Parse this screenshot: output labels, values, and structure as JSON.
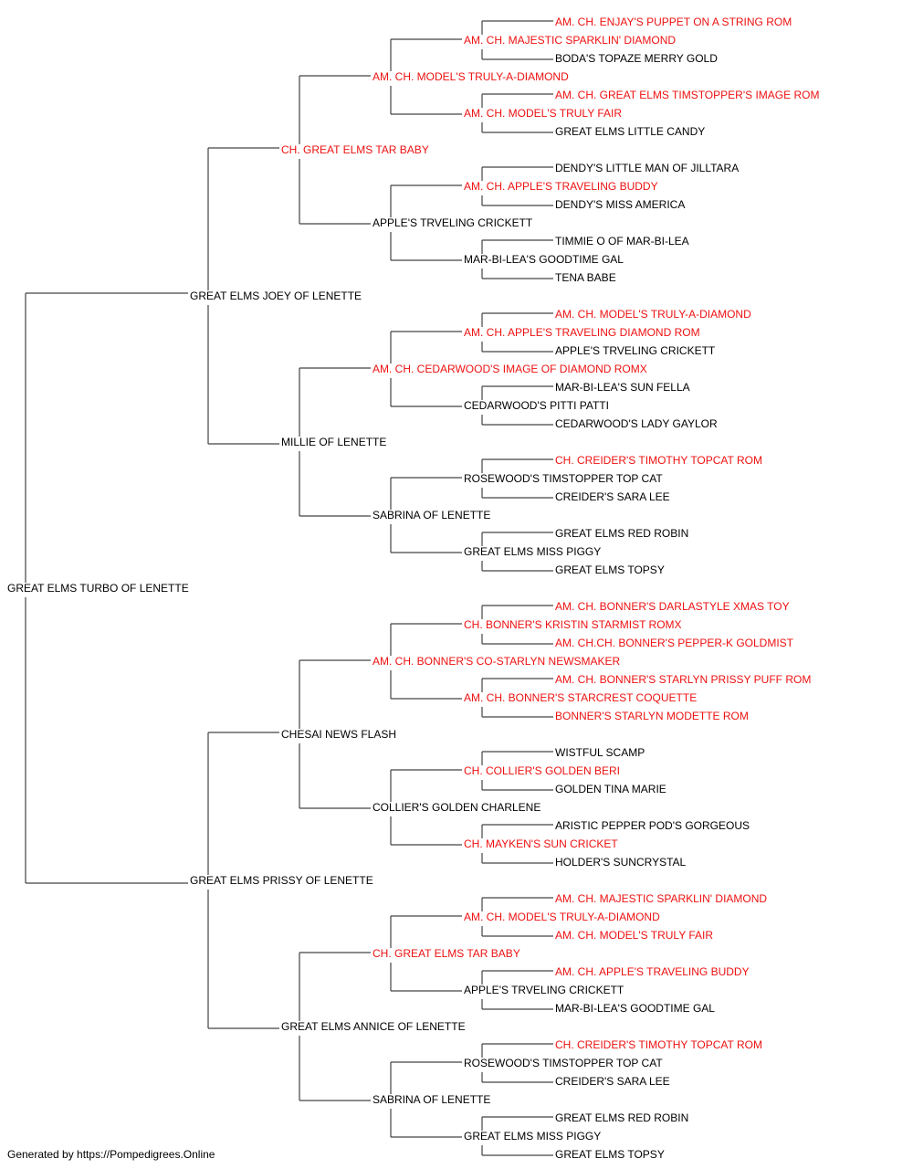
{
  "colors": {
    "champion": "#ee1111",
    "normal": "#000000",
    "line": "#444444"
  },
  "footer": "Generated by https://Pompedigrees.Online",
  "pedigree": {
    "name": "GREAT ELMS TURBO OF LENETTE",
    "champion": false,
    "sire": {
      "name": "GREAT ELMS JOEY OF LENETTE",
      "champion": false,
      "sire": {
        "name": "CH. GREAT ELMS TAR BABY",
        "champion": true,
        "sire": {
          "name": "AM. CH. MODEL'S TRULY-A-DIAMOND",
          "champion": true,
          "sire": {
            "name": "AM. CH. MAJESTIC SPARKLIN' DIAMOND",
            "champion": true,
            "sire": {
              "name": "AM. CH. ENJAY'S PUPPET ON A STRING ROM",
              "champion": true
            },
            "dam": {
              "name": "BODA'S TOPAZE MERRY GOLD",
              "champion": false
            }
          },
          "dam": {
            "name": "AM. CH. MODEL'S TRULY FAIR",
            "champion": true,
            "sire": {
              "name": "AM. CH. GREAT ELMS TIMSTOPPER'S IMAGE ROM",
              "champion": true
            },
            "dam": {
              "name": "GREAT ELMS LITTLE CANDY",
              "champion": false
            }
          }
        },
        "dam": {
          "name": "APPLE'S TRVELING CRICKETT",
          "champion": false,
          "sire": {
            "name": "AM. CH. APPLE'S TRAVELING BUDDY",
            "champion": true,
            "sire": {
              "name": "DENDY'S LITTLE MAN OF JILLTARA",
              "champion": false
            },
            "dam": {
              "name": "DENDY'S MISS AMERICA",
              "champion": false
            }
          },
          "dam": {
            "name": "MAR-BI-LEA'S GOODTIME GAL",
            "champion": false,
            "sire": {
              "name": "TIMMIE O OF MAR-BI-LEA",
              "champion": false
            },
            "dam": {
              "name": "TENA BABE",
              "champion": false
            }
          }
        }
      },
      "dam": {
        "name": "MILLIE OF LENETTE",
        "champion": false,
        "sire": {
          "name": "AM. CH. CEDARWOOD'S IMAGE OF DIAMOND ROMX",
          "champion": true,
          "sire": {
            "name": "AM. CH. APPLE'S TRAVELING DIAMOND ROM",
            "champion": true,
            "sire": {
              "name": "AM. CH. MODEL'S TRULY-A-DIAMOND",
              "champion": true
            },
            "dam": {
              "name": "APPLE'S TRVELING CRICKETT",
              "champion": false
            }
          },
          "dam": {
            "name": "CEDARWOOD'S PITTI PATTI",
            "champion": false,
            "sire": {
              "name": "MAR-BI-LEA'S SUN FELLA",
              "champion": false
            },
            "dam": {
              "name": "CEDARWOOD'S LADY GAYLOR",
              "champion": false
            }
          }
        },
        "dam": {
          "name": "SABRINA OF LENETTE",
          "champion": false,
          "sire": {
            "name": "ROSEWOOD'S TIMSTOPPER TOP CAT",
            "champion": false,
            "sire": {
              "name": "CH. CREIDER'S TIMOTHY TOPCAT ROM",
              "champion": true
            },
            "dam": {
              "name": "CREIDER'S SARA LEE",
              "champion": false
            }
          },
          "dam": {
            "name": "GREAT ELMS MISS PIGGY",
            "champion": false,
            "sire": {
              "name": "GREAT ELMS RED ROBIN",
              "champion": false
            },
            "dam": {
              "name": "GREAT ELMS TOPSY",
              "champion": false
            }
          }
        }
      }
    },
    "dam": {
      "name": "GREAT ELMS PRISSY OF LENETTE",
      "champion": false,
      "sire": {
        "name": "CHESAI NEWS FLASH",
        "champion": false,
        "sire": {
          "name": "AM. CH. BONNER'S CO-STARLYN NEWSMAKER",
          "champion": true,
          "sire": {
            "name": "CH. BONNER'S KRISTIN STARMIST ROMX",
            "champion": true,
            "sire": {
              "name": "AM. CH. BONNER'S DARLASTYLE XMAS TOY",
              "champion": true
            },
            "dam": {
              "name": "AM. CH.CH. BONNER'S PEPPER-K GOLDMIST",
              "champion": true
            }
          },
          "dam": {
            "name": "AM. CH. BONNER'S STARCREST COQUETTE",
            "champion": true,
            "sire": {
              "name": "AM. CH. BONNER'S STARLYN PRISSY PUFF ROM",
              "champion": true
            },
            "dam": {
              "name": "BONNER'S STARLYN MODETTE ROM",
              "champion": true
            }
          }
        },
        "dam": {
          "name": "COLLIER'S GOLDEN CHARLENE",
          "champion": false,
          "sire": {
            "name": "CH. COLLIER'S GOLDEN BERI",
            "champion": true,
            "sire": {
              "name": "WISTFUL SCAMP",
              "champion": false
            },
            "dam": {
              "name": "GOLDEN TINA MARIE",
              "champion": false
            }
          },
          "dam": {
            "name": "CH. MAYKEN'S SUN CRICKET",
            "champion": true,
            "sire": {
              "name": "ARISTIC PEPPER POD'S GORGEOUS",
              "champion": false
            },
            "dam": {
              "name": "HOLDER'S SUNCRYSTAL",
              "champion": false
            }
          }
        }
      },
      "dam": {
        "name": "GREAT ELMS ANNICE OF LENETTE",
        "champion": false,
        "sire": {
          "name": "CH. GREAT ELMS TAR BABY",
          "champion": true,
          "sire": {
            "name": "AM. CH. MODEL'S TRULY-A-DIAMOND",
            "champion": true,
            "sire": {
              "name": "AM. CH. MAJESTIC SPARKLIN' DIAMOND",
              "champion": true
            },
            "dam": {
              "name": "AM. CH. MODEL'S TRULY FAIR",
              "champion": true
            }
          },
          "dam": {
            "name": "APPLE'S TRVELING CRICKETT",
            "champion": false,
            "sire": {
              "name": "AM. CH. APPLE'S TRAVELING BUDDY",
              "champion": true
            },
            "dam": {
              "name": "MAR-BI-LEA'S GOODTIME GAL",
              "champion": false
            }
          }
        },
        "dam": {
          "name": "SABRINA OF LENETTE",
          "champion": false,
          "sire": {
            "name": "ROSEWOOD'S TIMSTOPPER TOP CAT",
            "champion": false,
            "sire": {
              "name": "CH. CREIDER'S TIMOTHY TOPCAT ROM",
              "champion": true
            },
            "dam": {
              "name": "CREIDER'S SARA LEE",
              "champion": false
            }
          },
          "dam": {
            "name": "GREAT ELMS MISS PIGGY",
            "champion": false,
            "sire": {
              "name": "GREAT ELMS RED ROBIN",
              "champion": false
            },
            "dam": {
              "name": "GREAT ELMS TOPSY",
              "champion": false
            }
          }
        }
      }
    }
  }
}
